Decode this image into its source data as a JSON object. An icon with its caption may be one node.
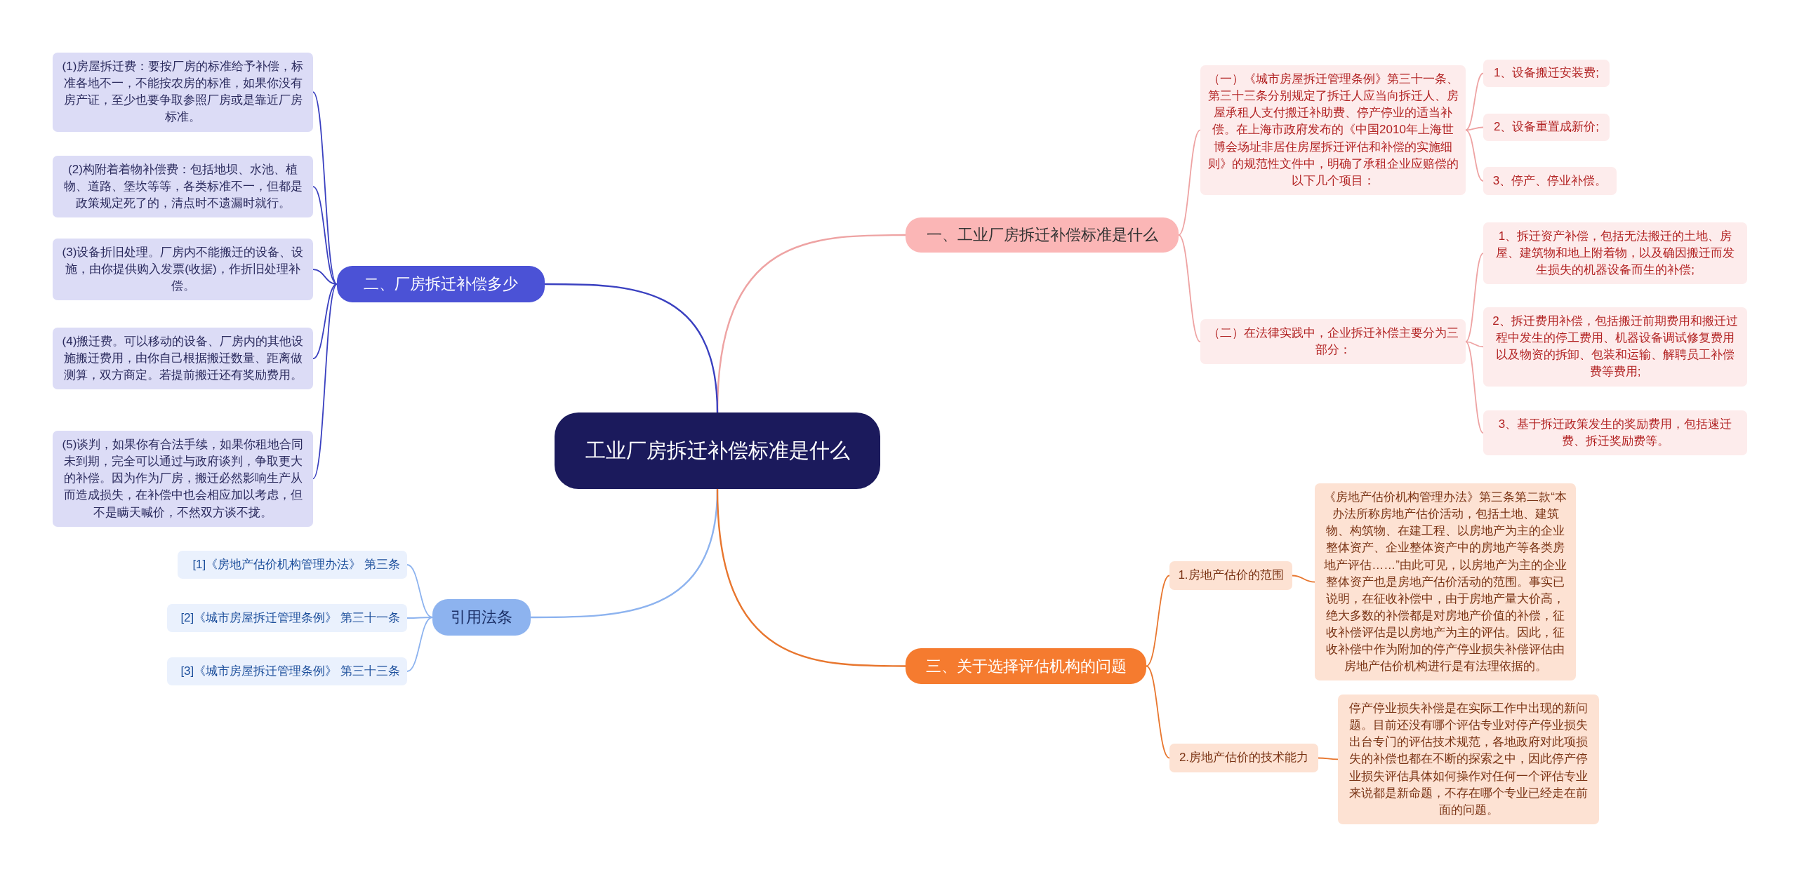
{
  "diagram": {
    "nodes": [
      {
        "text": [
          "工业厂房拆迁补偿标准是什么"
        ]
      },
      {
        "text": [
          "一、工业厂房拆迁补偿标准是什么"
        ]
      },
      {
        "text": [
          "（一）《城市房屋拆迁管理条例》第三十一条、第三十三条分别规定了拆迁人应当向拆迁人、房屋承租人支付搬迁补助费、停产停业的适当补偿。在上海市政府发布的《中国2010年上海世博会场址非居住房屋拆迁评估和补偿的实施细则》的规范性文件中，明确了承租企业应赔偿的以下几个项目："
        ]
      },
      {
        "text": [
          "1、设备搬迁安装费;"
        ]
      },
      {
        "text": [
          "2、设备重置成新价;"
        ]
      },
      {
        "text": [
          "3、停产、停业补偿。"
        ]
      },
      {
        "text": [
          "（二）在法律实践中，企业拆迁补偿主要分为三部分："
        ]
      },
      {
        "text": [
          "1、拆迁资产补偿，包括无法搬迁的土地、房屋、建筑物和地上附着物，以及确因搬迁而发生损失的机器设备而生的补偿;"
        ]
      },
      {
        "text": [
          "2、拆迁费用补偿，包括搬迁前期费用和搬迁过程中发生的停工费用、机器设备调试修复费用以及物资的拆卸、包装和运输、解聘员工补偿费等费用;"
        ]
      },
      {
        "text": [
          "3、基于拆迁政策发生的奖励费用，包括速迁费、拆迁奖励费等。"
        ]
      },
      {
        "text": [
          "二、厂房拆迁补偿多少"
        ]
      },
      {
        "text": [
          "(1)房屋拆迁费：要按厂房的标准给予补偿，标准各地不一，不能按农房的标准，如果你没有房产证，至少也要争取参照厂房或是靠近厂房标准。"
        ]
      },
      {
        "text": [
          "(2)构附着着物补偿费：包括地坝、水池、植物、道路、堡坎等等，各类标准不一，但都是政策规定死了的，清点时不遗漏时就行。"
        ]
      },
      {
        "text": [
          "(3)设备折旧处理。厂房内不能搬迁的设备、设施，由你提供购入发票(收据)，作折旧处理补偿。"
        ]
      },
      {
        "text": [
          "(4)搬迁费。可以移动的设备、厂房内的其他设施搬迁费用，由你自己根据搬迁数量、距离做测算，双方商定。若提前搬迁还有奖励费用。"
        ]
      },
      {
        "text": [
          "(5)谈判，如果你有合法手续，如果你租地合同未到期，完全可以通过与政府谈判，争取更大的补偿。因为作为厂房，搬迁必然影响生产从而造成损失，在补偿中也会相应加以考虑，但不是瞒天喊价，不然双方谈不拢。"
        ]
      },
      {
        "text": [
          "引用法条"
        ]
      },
      {
        "text": [
          "[1]《房地产估价机构管理办法》 第三条"
        ]
      },
      {
        "text": [
          "[2]《城市房屋拆迁管理条例》 第三十一条"
        ]
      },
      {
        "text": [
          "[3]《城市房屋拆迁管理条例》 第三十三条"
        ]
      },
      {
        "text": [
          "三、关于选择评估机构的问题"
        ]
      },
      {
        "text": [
          "1.房地产估价的范围"
        ]
      },
      {
        "text": [
          "《房地产估价机构管理办法》第三条第二款“本办法所称房地产估价活动，包括土地、建筑物、构筑物、在建工程、以房地产为主的企业整体资产、企业整体资产中的房地产等各类房地产评估……”由此可见，以房地产为主的企业整体资产也是房地产估价活动的范围。事实已说明，在征收补偿中，由于房地产量大价高，绝大多数的补偿都是对房地产价值的补偿，征收补偿评估是以房地产为主的评估。因此，征收补偿中作为附加的停产停业损失补偿评估由房地产估价机构进行是有法理依据的。"
        ]
      },
      {
        "text": [
          "2.房地产估价的技术能力"
        ]
      },
      {
        "text": [
          "停产停业损失补偿是在实际工作中出现的新问题。目前还没有哪个评估专业对停产停业损失出台专门的评估技术规范，各地政府对此项损失的补偿也都在不断的探索之中，因此停产停业损失评估具体如何操作对任何一个评估专业来说都是新命题，不存在哪个专业已经走在前面的问题。"
        ]
      }
    ],
    "edges": [
      {
        "from": 0,
        "to": 1,
        "arrow": "none"
      },
      {
        "from": 1,
        "to": 2,
        "arrow": "none"
      },
      {
        "from": 2,
        "to": 3,
        "arrow": "none"
      },
      {
        "from": 2,
        "to": 4,
        "arrow": "none"
      },
      {
        "from": 2,
        "to": 5,
        "arrow": "none"
      },
      {
        "from": 1,
        "to": 6,
        "arrow": "none"
      },
      {
        "from": 6,
        "to": 7,
        "arrow": "none"
      },
      {
        "from": 6,
        "to": 8,
        "arrow": "none"
      },
      {
        "from": 6,
        "to": 9,
        "arrow": "none"
      },
      {
        "from": 0,
        "to": 10,
        "arrow": "none",
        "color": "#3a40c0"
      },
      {
        "from": 10,
        "to": 11,
        "arrow": "none",
        "color": "#3a40c0"
      },
      {
        "from": 10,
        "to": 12,
        "arrow": "none",
        "color": "#3a40c0"
      },
      {
        "from": 10,
        "to": 13,
        "arrow": "none",
        "color": "#3a40c0"
      },
      {
        "from": 10,
        "to": 14,
        "arrow": "none",
        "color": "#3a40c0"
      },
      {
        "from": 10,
        "to": 15,
        "arrow": "none",
        "color": "#3a40c0"
      },
      {
        "from": 0,
        "to": 16,
        "arrow": "none",
        "color": "#8db3ef"
      },
      {
        "from": 16,
        "to": 17,
        "arrow": "none",
        "color": "#8db3ef"
      },
      {
        "from": 16,
        "to": 18,
        "arrow": "none",
        "color": "#8db3ef"
      },
      {
        "from": 16,
        "to": 19,
        "arrow": "none",
        "color": "#8db3ef"
      },
      {
        "from": 0,
        "to": 20,
        "arrow": "none",
        "color": "#e8762e"
      },
      {
        "from": 20,
        "to": 21,
        "arrow": "none",
        "color": "#e8762e"
      },
      {
        "from": 21,
        "to": 22,
        "arrow": "none",
        "color": "#e8762e"
      },
      {
        "from": 20,
        "to": 23,
        "arrow": "none",
        "color": "#e8762e"
      },
      {
        "from": 23,
        "to": 24,
        "arrow": "none",
        "color": "#e8762e"
      }
    ]
  }
}
